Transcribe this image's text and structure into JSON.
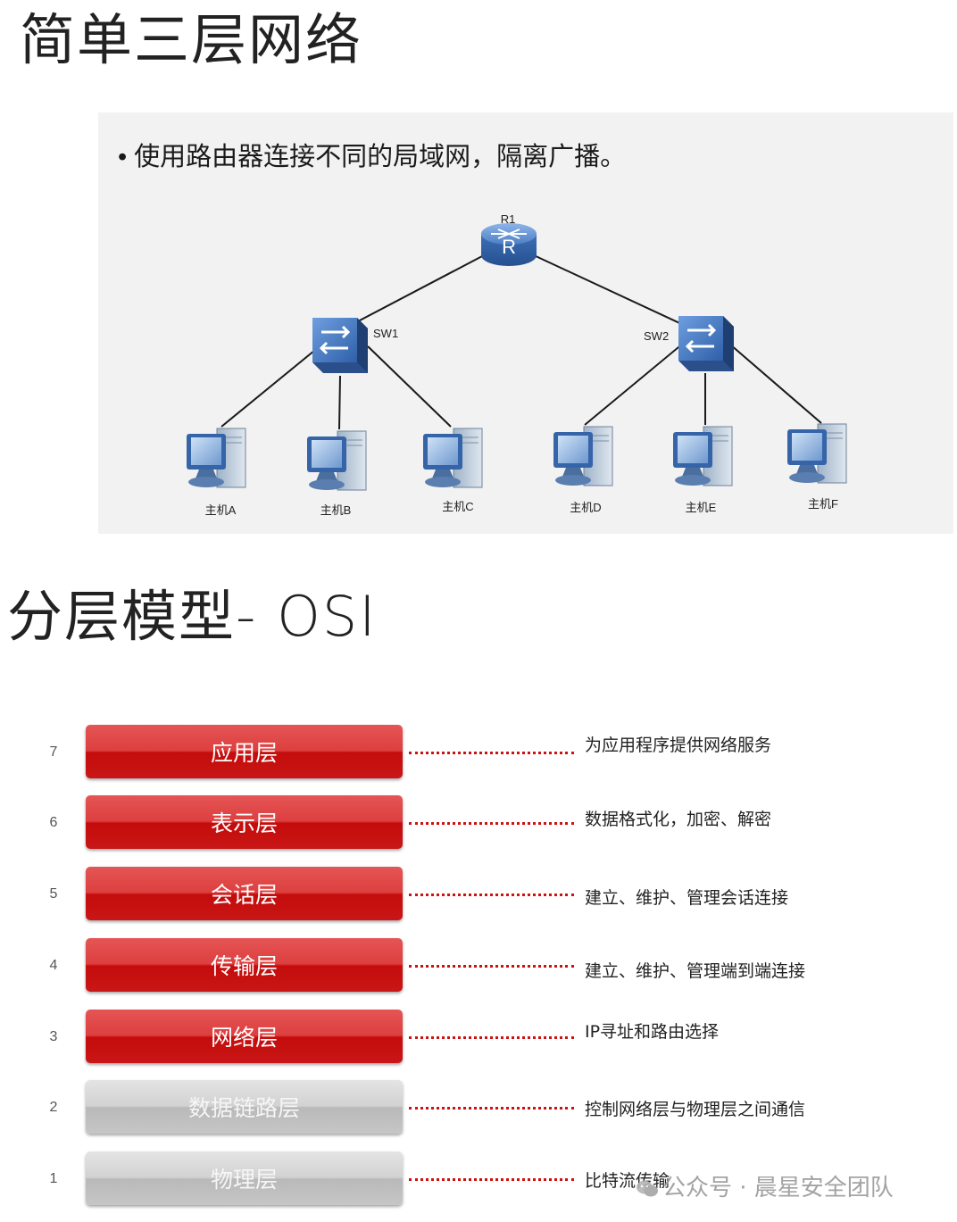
{
  "titles": {
    "top": "简单三层网络",
    "osi": "分层模型- OSI"
  },
  "slide": {
    "bullet": "使用路由器连接不同的局域网，隔离广播。",
    "router": {
      "label": "R1",
      "glyph": "R"
    },
    "switches": [
      {
        "label": "SW1"
      },
      {
        "label": "SW2"
      }
    ],
    "hosts": [
      {
        "label": "主机A"
      },
      {
        "label": "主机B"
      },
      {
        "label": "主机C"
      },
      {
        "label": "主机D"
      },
      {
        "label": "主机E"
      },
      {
        "label": "主机F"
      }
    ]
  },
  "osi_layers": [
    {
      "num": "7",
      "name": "应用层",
      "desc": "为应用程序提供网络服务",
      "style": "red"
    },
    {
      "num": "6",
      "name": "表示层",
      "desc": "数据格式化，加密、解密",
      "style": "red"
    },
    {
      "num": "5",
      "name": "会话层",
      "desc": "建立、维护、管理会话连接",
      "style": "red"
    },
    {
      "num": "4",
      "name": "传输层",
      "desc": "建立、维护、管理端到端连接",
      "style": "red"
    },
    {
      "num": "3",
      "name": "网络层",
      "desc": "IP寻址和路由选择",
      "style": "red"
    },
    {
      "num": "2",
      "name": "数据链路层",
      "desc": "控制网络层与物理层之间通信",
      "style": "gray"
    },
    {
      "num": "1",
      "name": "物理层",
      "desc": "比特流传输",
      "style": "gray"
    }
  ],
  "watermark": {
    "text": "公众号 · 晨星安全团队",
    "icon": "wechat-icon"
  },
  "colors": {
    "red_layer": "#d42020",
    "gray_layer": "#c4c4c4",
    "dots": "#cc1111",
    "device_blue": "#3a70b8"
  }
}
